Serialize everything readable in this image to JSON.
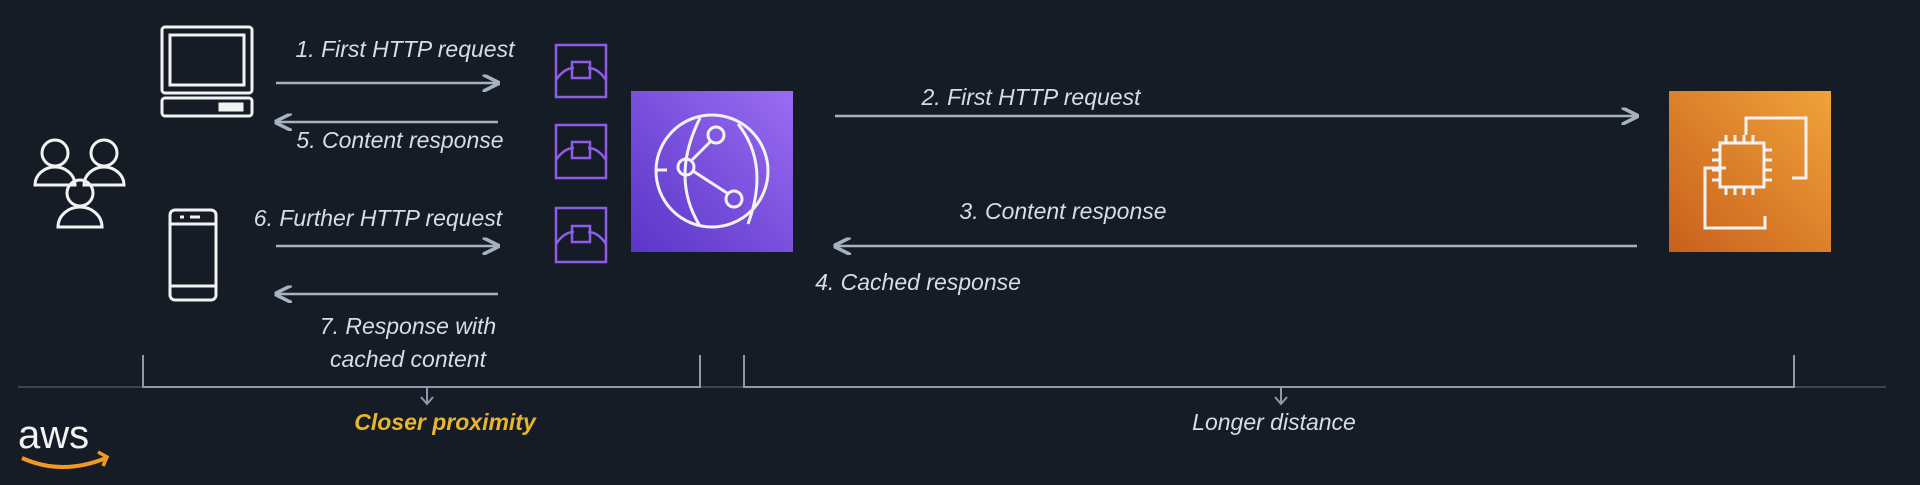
{
  "steps": {
    "s1": "1. First HTTP request",
    "s2": "2. First HTTP request",
    "s3": "3. Content response",
    "s4": "4. Cached response",
    "s5": "5. Content response",
    "s6": "6. Further HTTP request",
    "s7_line1": "7. Response with",
    "s7_line2": "cached content"
  },
  "regions": {
    "closer": "Closer proximity",
    "longer": "Longer distance"
  },
  "logo": "aws",
  "colors": {
    "background": "#161c26",
    "cloudfront": "#7b4fe0",
    "ec2": "#e0812a",
    "highlight": "#e7b62c"
  }
}
